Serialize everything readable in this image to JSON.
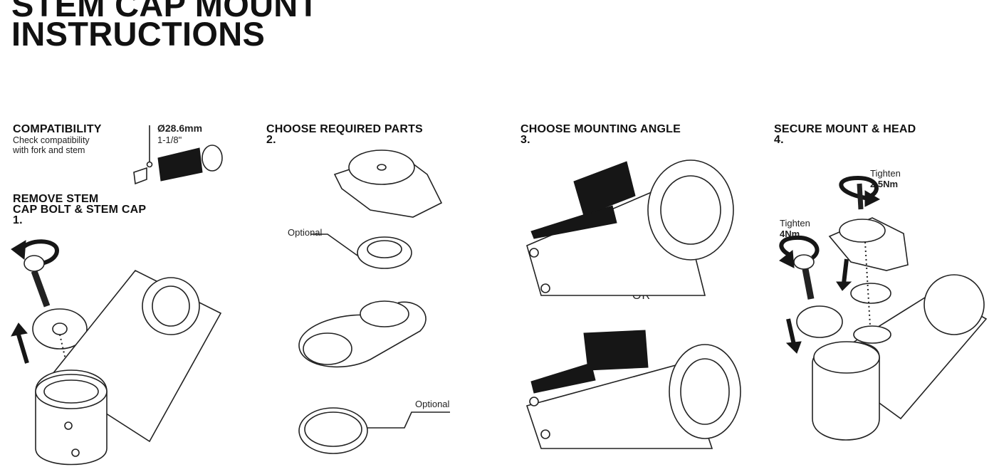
{
  "title": {
    "line1": "STEM CAP MOUNT",
    "line2": "INSTRUCTIONS"
  },
  "compatibility": {
    "heading": "COMPATIBILITY",
    "sub1": "Check compatibility",
    "sub2": "with fork and stem",
    "diameter": "Ø28.6mm",
    "inch": "1-1/8\""
  },
  "step1": {
    "line1": "REMOVE STEM",
    "line2": "CAP BOLT & STEM CAP",
    "number": "1."
  },
  "step2": {
    "heading": "CHOOSE REQUIRED PARTS",
    "number": "2.",
    "optional1": "Optional",
    "optional2": "Optional"
  },
  "step3": {
    "heading": "CHOOSE MOUNTING ANGLE",
    "number": "3.",
    "or": "OR"
  },
  "step4": {
    "heading": "SECURE MOUNT & HEAD",
    "number": "4.",
    "tighten1": "Tighten",
    "torque1": "2.5Nm",
    "tighten2": "Tighten",
    "torque2": "4Nm"
  }
}
